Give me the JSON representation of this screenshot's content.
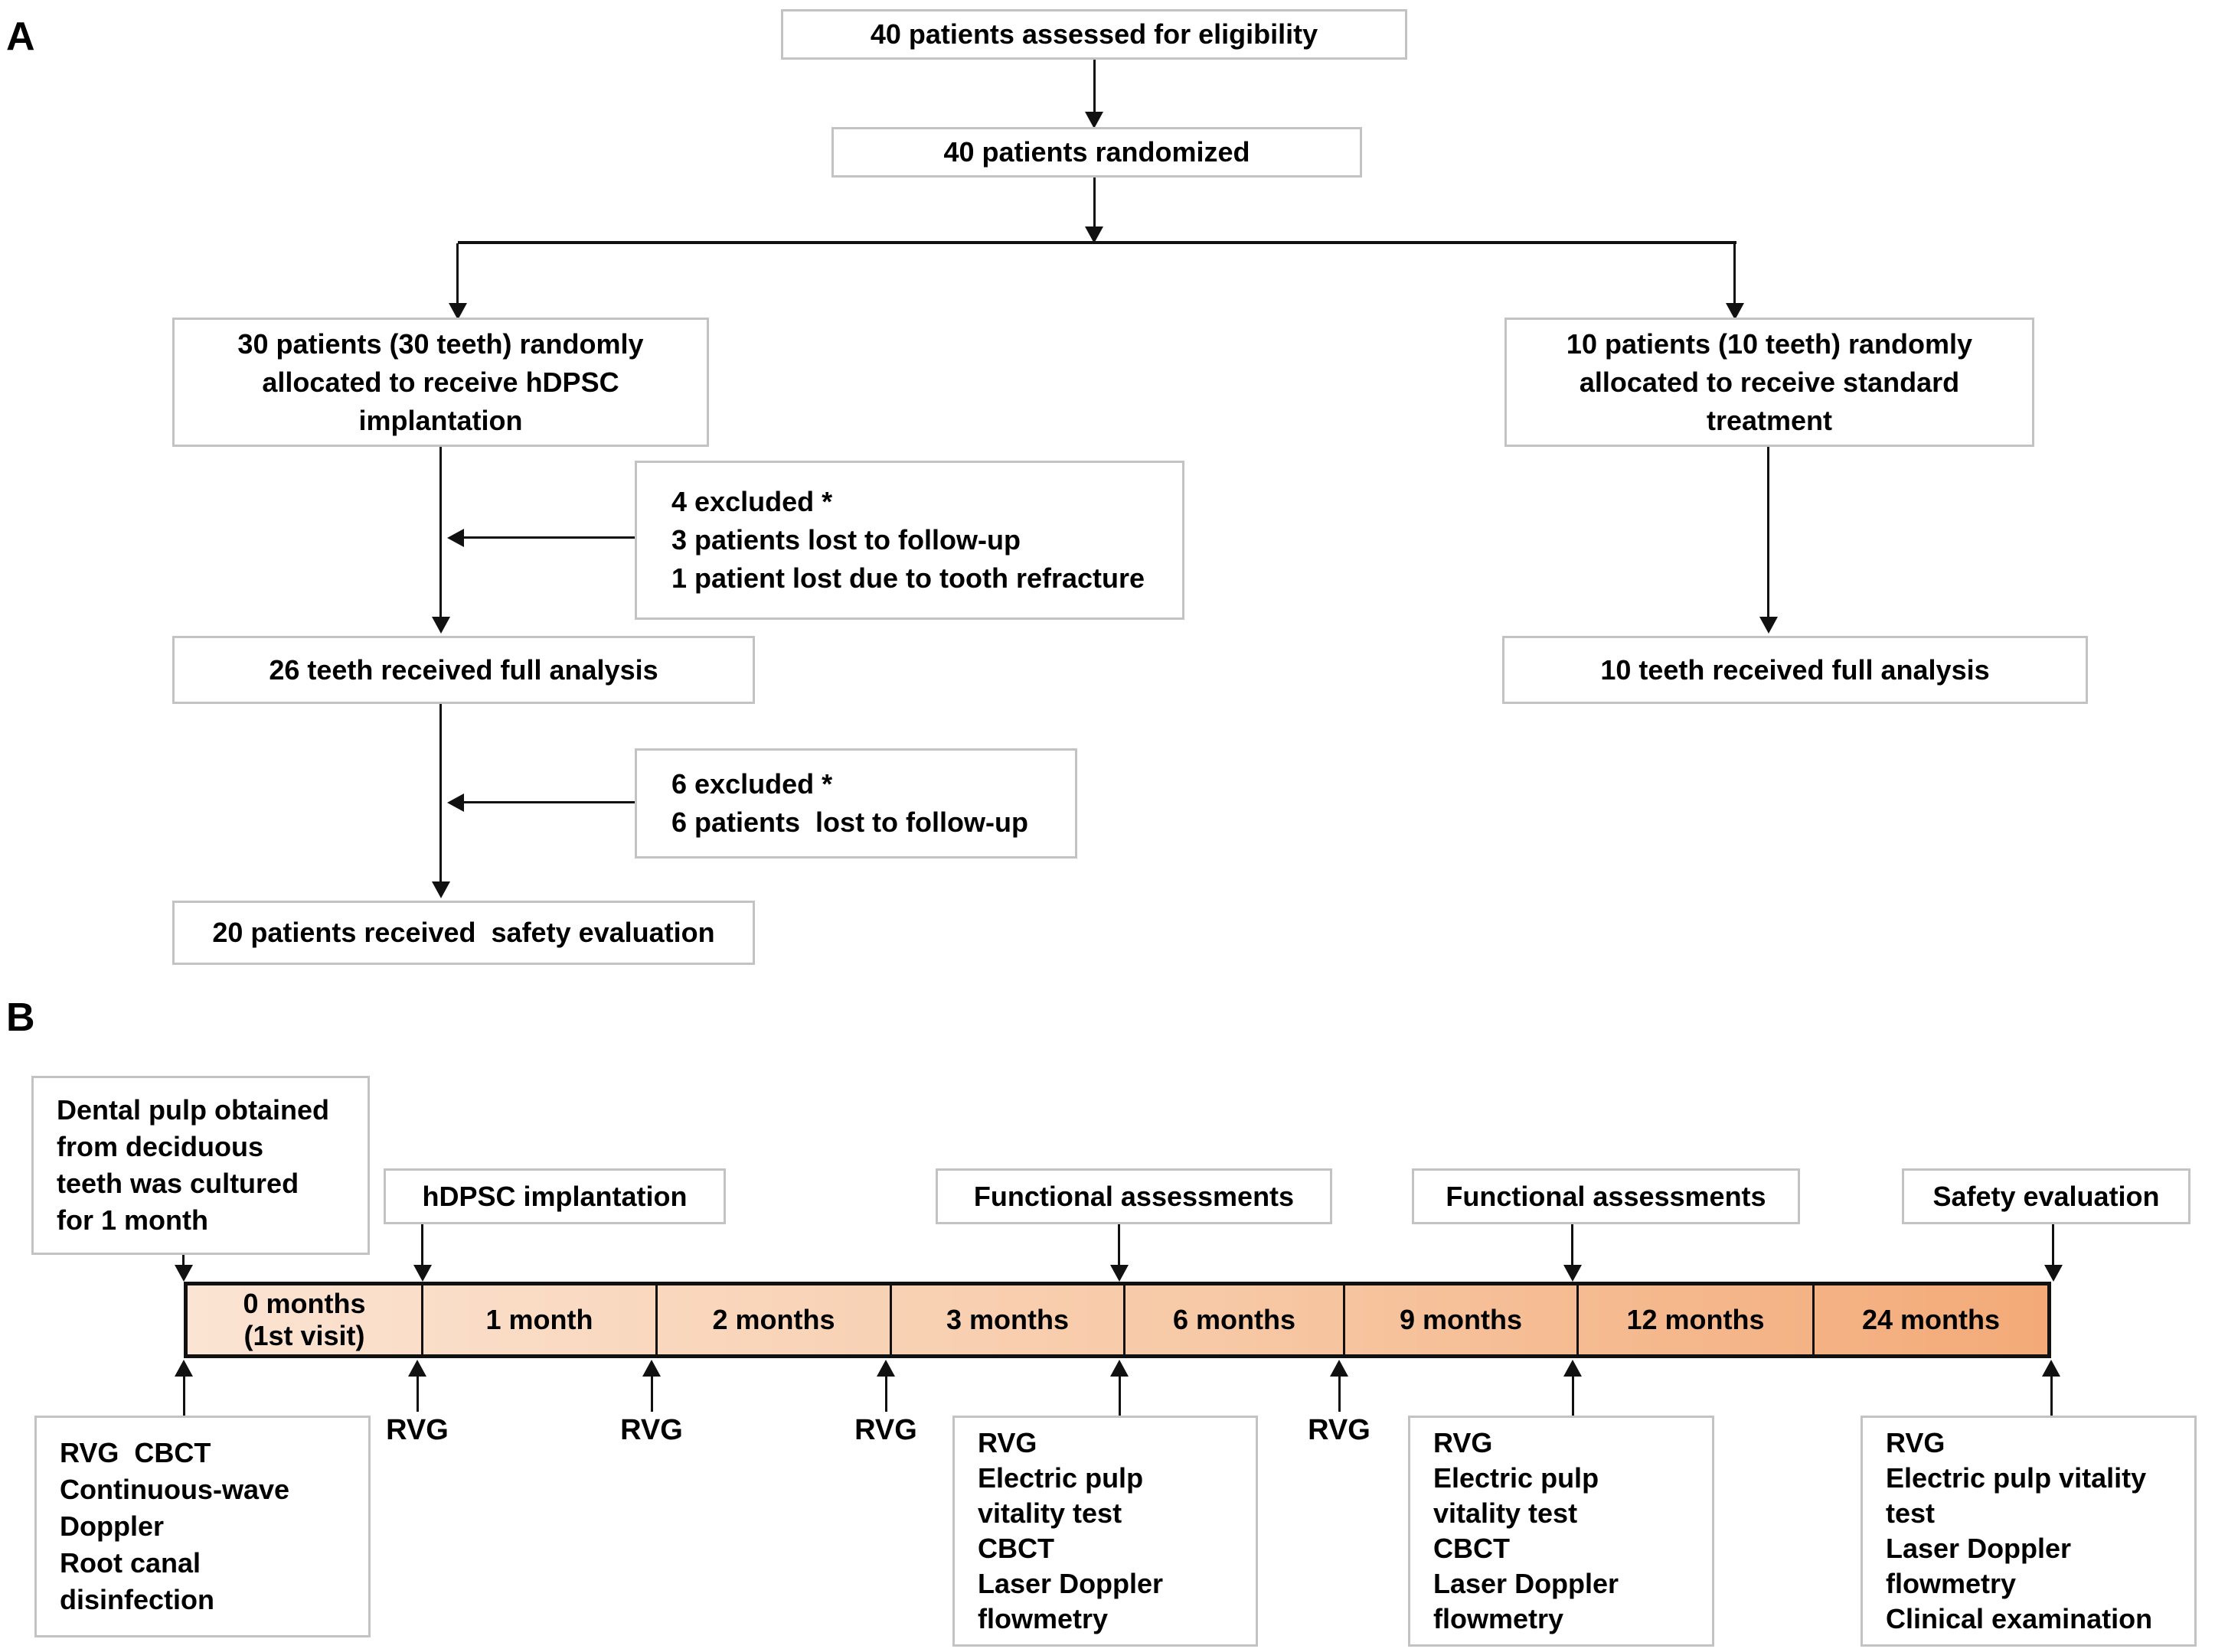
{
  "colors": {
    "box_border": "#c3c3c3",
    "line": "#111111",
    "bar_gradient_left": "#fbe4d3",
    "bar_gradient_right": "#f3aa78"
  },
  "panel_a": {
    "label": "A",
    "eligibility": "40 patients assessed for eligibility",
    "randomized": "40 patients randomized",
    "allocation_hdpsc": "30 patients (30 teeth) randomly\nallocated to receive hDPSC\nimplantation",
    "allocation_standard": "10 patients (10 teeth) randomly\nallocated to receive standard\ntreatment",
    "excluded_4": "4 excluded *\n3 patients lost to follow-up\n1 patient lost due to tooth refracture",
    "full_analysis_26": "26 teeth received full analysis",
    "excluded_6": "6 excluded *\n6 patients  lost to follow-up",
    "safety_20": "20 patients received  safety evaluation",
    "full_analysis_10": "10 teeth received full analysis"
  },
  "panel_b": {
    "label": "B",
    "dental_pulp": "Dental pulp obtained\nfrom deciduous\nteeth was cultured\nfor 1 month",
    "hdpsc_implantation": "hDPSC implantation",
    "functional_1": "Functional assessments",
    "functional_2": "Functional assessments",
    "safety_evaluation": "Safety evaluation",
    "timeline_segments": [
      "0 months\n(1st visit)",
      "1 month",
      "2 months",
      "3 months",
      "6 months",
      "9 months",
      "12 months",
      "24 months"
    ],
    "rvg_ticks": [
      "RVG",
      "RVG",
      "RVG",
      "RVG"
    ],
    "visit_0_procedures": "RVG  CBCT\nContinuous-wave\nDoppler\nRoot canal\ndisinfection",
    "assessments_3_6": "RVG\nElectric pulp\nvitality test\nCBCT\nLaser Doppler\nflowmetry",
    "assessments_9_12": "RVG\nElectric pulp\nvitality test\nCBCT\nLaser Doppler\nflowmetry",
    "assessments_24": "RVG\nElectric pulp vitality\ntest\nLaser Doppler\nflowmetry\nClinical examination"
  }
}
